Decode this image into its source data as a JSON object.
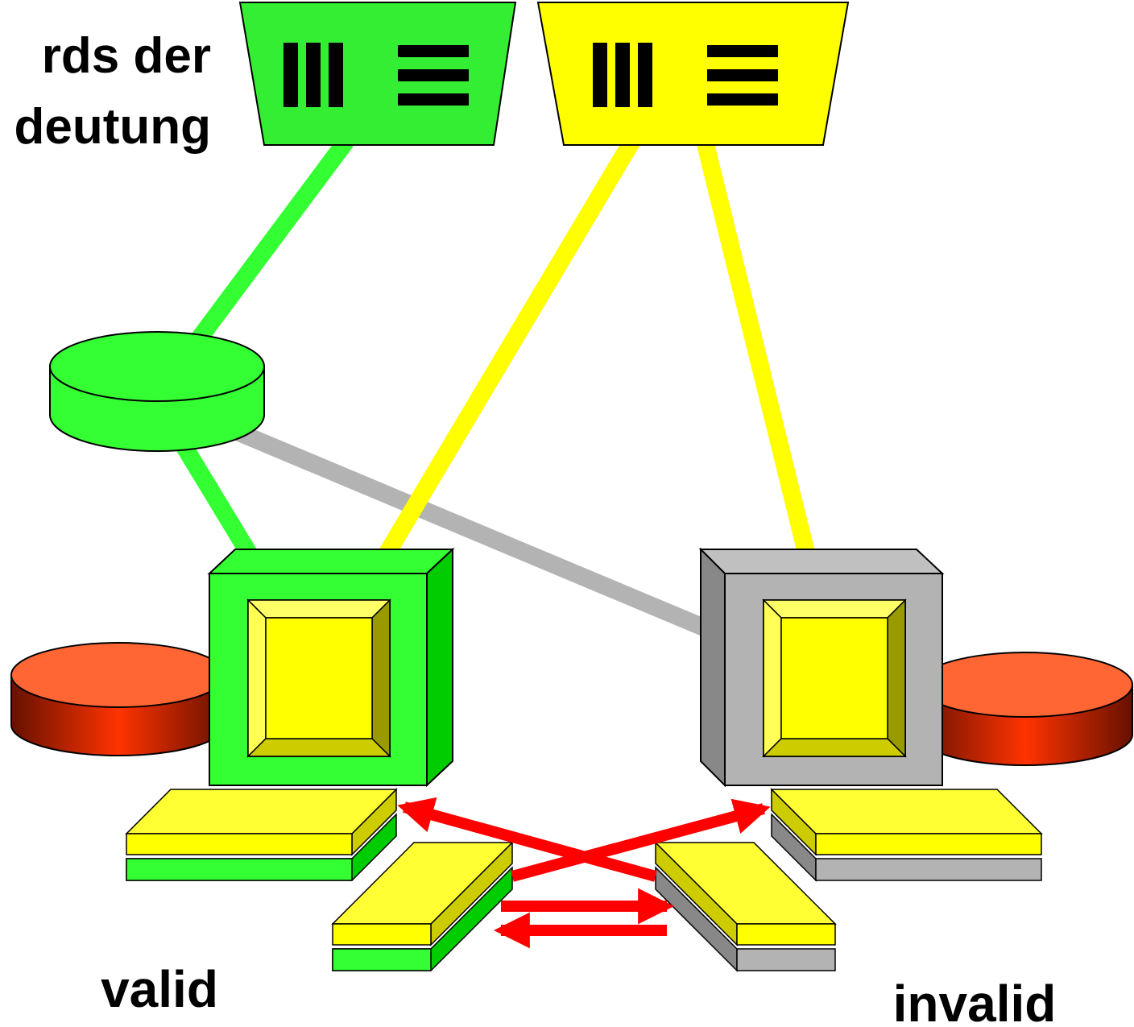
{
  "header_text": {
    "line1": "rds der",
    "line2": "deutung"
  },
  "labels": {
    "valid": "valid",
    "invalid": "invalid"
  },
  "badges": {
    "left_symbol": "III ☰",
    "right_symbol": "III ☰"
  },
  "colors": {
    "green": "#33ff33",
    "dark_green": "#00cc00",
    "yellow": "#ffff00",
    "olive": "#999900",
    "gray": "#b3b3b3",
    "dark_gray": "#888888",
    "red_arrow": "#ff0000",
    "red_disk": "#ff3300"
  }
}
